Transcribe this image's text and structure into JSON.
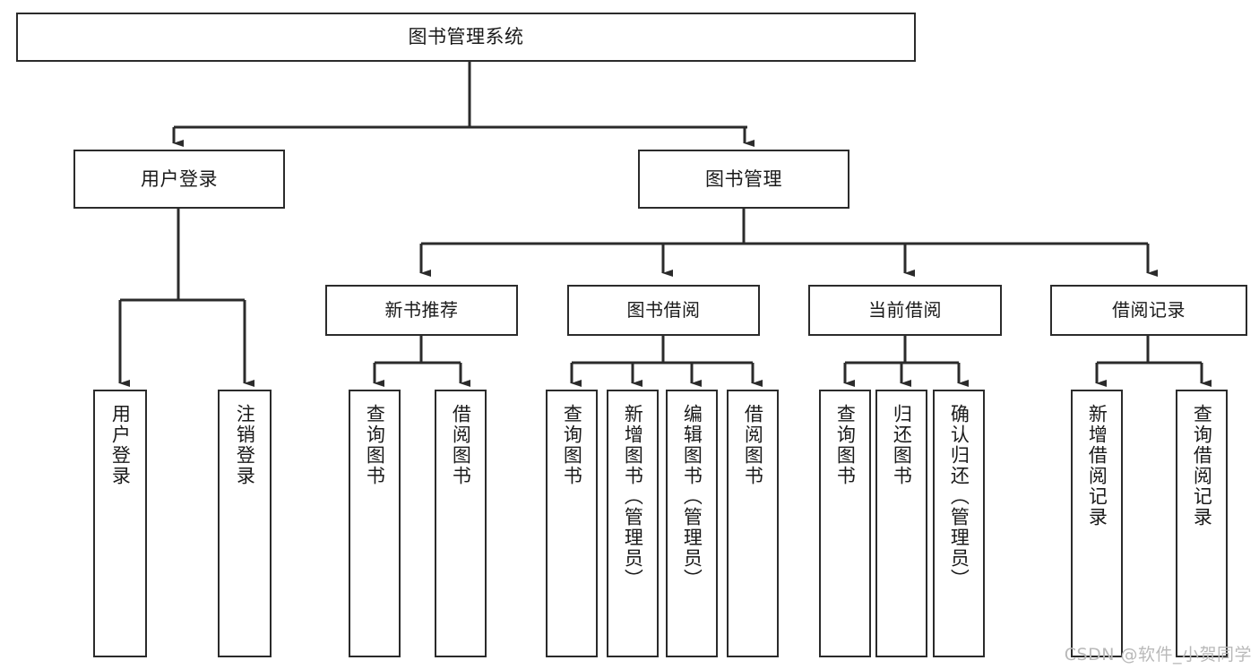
{
  "diagram": {
    "title": "图书管理系统",
    "type": "tree-hierarchy",
    "orientation": "top-down",
    "root": {
      "id": "root",
      "label": "图书管理系统"
    },
    "level2": [
      {
        "id": "user-login",
        "label": "用户登录"
      },
      {
        "id": "book-manage",
        "label": "图书管理"
      }
    ],
    "level3": [
      {
        "id": "new-book-rec",
        "label": "新书推荐",
        "parent": "book-manage"
      },
      {
        "id": "book-borrow",
        "label": "图书借阅",
        "parent": "book-manage"
      },
      {
        "id": "current-borrow",
        "label": "当前借阅",
        "parent": "book-manage"
      },
      {
        "id": "borrow-record",
        "label": "借阅记录",
        "parent": "book-manage"
      }
    ],
    "leaves": [
      {
        "id": "leaf-user-login",
        "label": "用户登录",
        "parent": "user-login"
      },
      {
        "id": "leaf-logout",
        "label": "注销登录",
        "parent": "user-login"
      },
      {
        "id": "leaf-query-book-1",
        "label": "查询图书",
        "parent": "new-book-rec"
      },
      {
        "id": "leaf-borrow-book-1",
        "label": "借阅图书",
        "parent": "new-book-rec"
      },
      {
        "id": "leaf-query-book-2",
        "label": "查询图书",
        "parent": "book-borrow"
      },
      {
        "id": "leaf-add-book",
        "label": "新增图书（管理员）",
        "parent": "book-borrow"
      },
      {
        "id": "leaf-edit-book",
        "label": "编辑图书（管理员）",
        "parent": "book-borrow"
      },
      {
        "id": "leaf-borrow-book-2",
        "label": "借阅图书",
        "parent": "book-borrow"
      },
      {
        "id": "leaf-query-book-3",
        "label": "查询图书",
        "parent": "current-borrow"
      },
      {
        "id": "leaf-return-book",
        "label": "归还图书",
        "parent": "current-borrow"
      },
      {
        "id": "leaf-confirm-return",
        "label": "确认归还（管理员）",
        "parent": "current-borrow"
      },
      {
        "id": "leaf-add-record",
        "label": "新增借阅记录",
        "parent": "borrow-record"
      },
      {
        "id": "leaf-query-record",
        "label": "查询借阅记录",
        "parent": "borrow-record"
      }
    ],
    "watermark": "CSDN @软件_小贺同学",
    "colors": {
      "stroke": "#2b2b2b",
      "fill": "#ffffff",
      "text": "#1a1a1a",
      "watermark": "#b9b9b9"
    }
  }
}
